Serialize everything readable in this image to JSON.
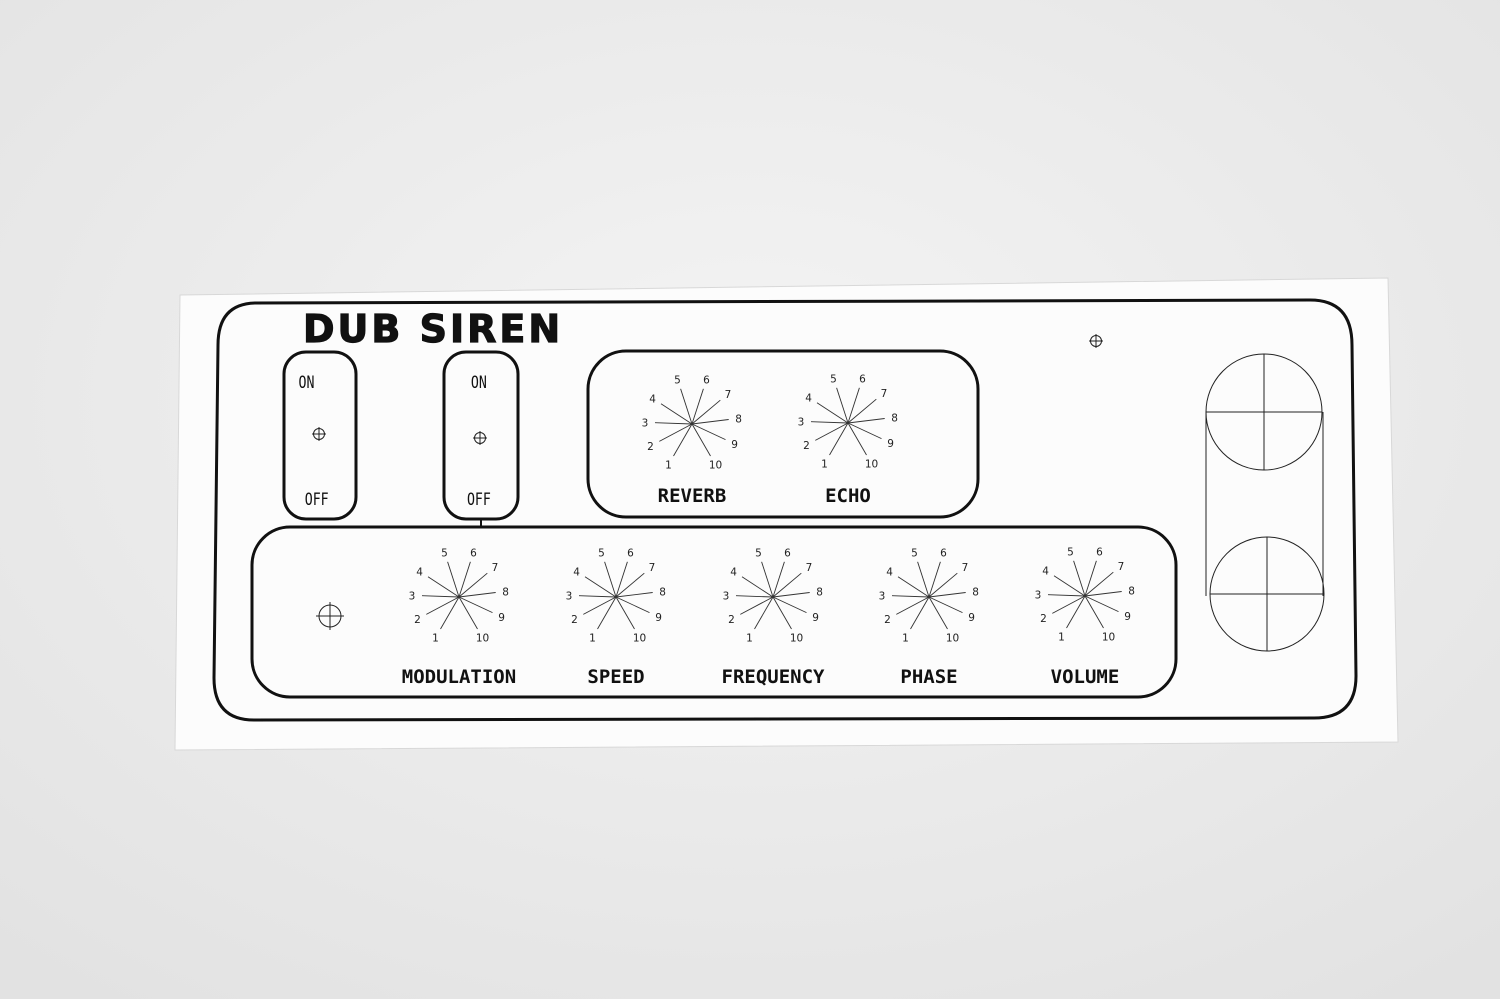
{
  "panel": {
    "title": "DUB SIREN",
    "switches": [
      {
        "on": "ON",
        "off": "OFF"
      },
      {
        "on": "ON",
        "off": "OFF"
      }
    ],
    "effect_knobs": [
      {
        "label": "REVERB",
        "numbers": [
          "1",
          "2",
          "3",
          "4",
          "5",
          "6",
          "7",
          "8",
          "9",
          "10"
        ]
      },
      {
        "label": "ECHO",
        "numbers": [
          "1",
          "2",
          "3",
          "4",
          "5",
          "6",
          "7",
          "8",
          "9",
          "10"
        ]
      }
    ],
    "main_knobs": [
      {
        "label": "MODULATION",
        "numbers": [
          "1",
          "2",
          "3",
          "4",
          "5",
          "6",
          "7",
          "8",
          "9",
          "10"
        ]
      },
      {
        "label": "SPEED",
        "numbers": [
          "1",
          "2",
          "3",
          "4",
          "5",
          "6",
          "7",
          "8",
          "9",
          "10"
        ]
      },
      {
        "label": "FREQUENCY",
        "numbers": [
          "1",
          "2",
          "3",
          "4",
          "5",
          "6",
          "7",
          "8",
          "9",
          "10"
        ]
      },
      {
        "label": "PHASE",
        "numbers": [
          "1",
          "2",
          "3",
          "4",
          "5",
          "6",
          "7",
          "8",
          "9",
          "10"
        ]
      },
      {
        "label": "VOLUME",
        "numbers": [
          "1",
          "2",
          "3",
          "4",
          "5",
          "6",
          "7",
          "8",
          "9",
          "10"
        ]
      }
    ]
  },
  "icons": {
    "mount_hole": "crosshair-circle-icon",
    "speaker": "speaker-circle-icon"
  },
  "colors": {
    "background": "#ebebeb",
    "sticker": "#fbfbfb",
    "ink": "#111111"
  }
}
